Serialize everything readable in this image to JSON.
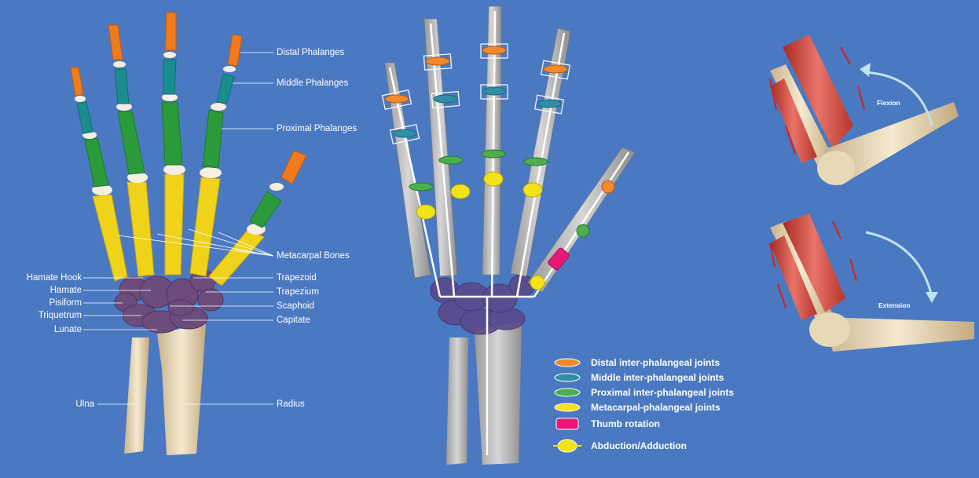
{
  "panels": {
    "anatomy": {
      "labels_right": {
        "distal": "Distal Phalanges",
        "middle": "Middle Phalanges",
        "proximal": "Proximal Phalanges",
        "metacarpal": "Metacarpal Bones",
        "trapezoid": "Trapezoid",
        "trapezium": "Trapezium",
        "scaphoid": "Scaphoid",
        "capitate": "Capitate",
        "radius": "Radius"
      },
      "labels_left": {
        "hamate_hook": "Hamate Hook",
        "hamate": "Hamate",
        "pisiform": "Pisiform",
        "triquetrum": "Triquetrum",
        "lunate": "Lunate",
        "ulna": "Ulna"
      }
    },
    "joints": {
      "legend": [
        {
          "label": "Distal inter-phalangeal joints",
          "color": "#f08a2c",
          "icon": "distal-joint-icon"
        },
        {
          "label": "Middle inter-phalangeal joints",
          "color": "#2f8fa6",
          "icon": "middle-joint-icon"
        },
        {
          "label": "Proximal inter-phalangeal joints",
          "color": "#4cae4c",
          "icon": "proximal-joint-icon"
        },
        {
          "label": "Metacarpal-phalangeal joints",
          "color": "#f2e21a",
          "icon": "metacarpal-joint-icon"
        },
        {
          "label": "Thumb rotation",
          "color": "#e6197a",
          "icon": "thumb-rotation-icon"
        },
        {
          "label": "Abduction/Adduction",
          "color": "#f2e21a",
          "icon": "abduction-icon"
        }
      ]
    },
    "elbow": {
      "flexion_label": "Flexion",
      "extension_label": "Extension"
    }
  },
  "colors": {
    "background": "#4a79c2",
    "distal": "#f07a1c",
    "middle": "#1a8e8f",
    "proximal": "#2a9a3a",
    "metacarpal": "#efd21a",
    "carpal": "#6a4a7a",
    "muscle": "#d03a2a"
  }
}
